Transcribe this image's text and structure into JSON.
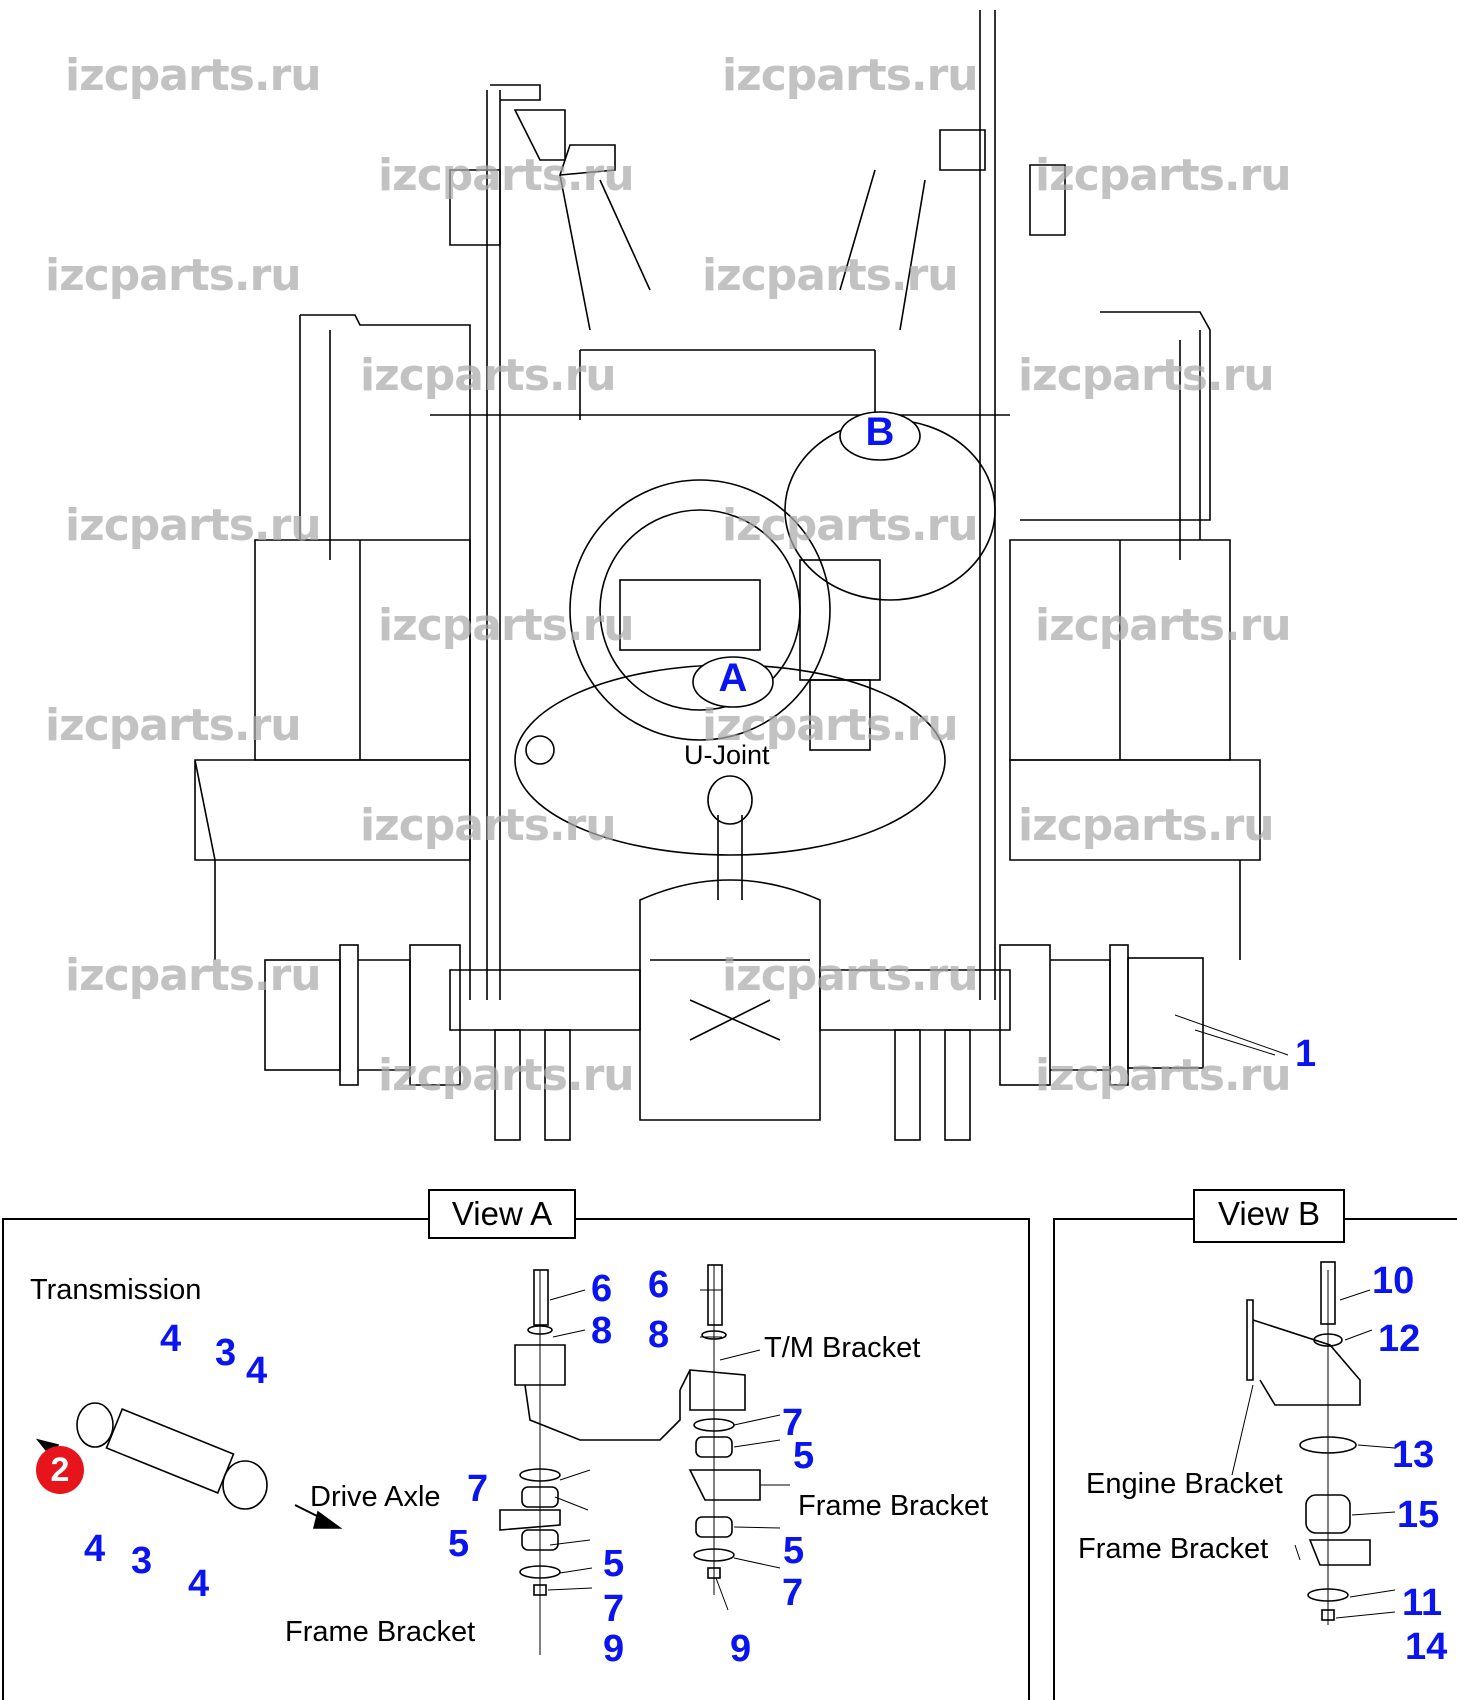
{
  "diagram": {
    "title": "Drive axle / U-Joint and transmission & engine mounting",
    "watermark": "izcparts.ru",
    "callouts": {
      "a": "A",
      "b": "B"
    },
    "main_labels": {
      "ujoint": "U-Joint",
      "part1": "1"
    },
    "colors": {
      "label_blue": "#0a14f0",
      "badge_red": "#e8141c",
      "watermark_gray": "#aaaaaa"
    }
  },
  "view_a": {
    "title": "View A",
    "labels": {
      "transmission": "Transmission",
      "drive_axle": "Drive Axle",
      "tm_bracket": "T/M Bracket",
      "frame_bracket_right": "Frame Bracket",
      "frame_bracket_left": "Frame Bracket"
    },
    "badge": "2",
    "parts": {
      "p4a": "4",
      "p3a": "3",
      "p4b": "4",
      "p4c": "4",
      "p3b": "3",
      "p4d": "4",
      "left_6": "6",
      "left_8": "8",
      "left_7a": "7",
      "left_5a": "5",
      "left_5b": "5",
      "left_7b": "7",
      "left_9": "9",
      "right_6": "6",
      "right_8": "8",
      "right_7a": "7",
      "right_5a": "5",
      "right_5b": "5",
      "right_7b": "7",
      "right_9": "9"
    }
  },
  "view_b": {
    "title": "View B",
    "labels": {
      "engine_bracket": "Engine Bracket",
      "frame_bracket": "Frame Bracket"
    },
    "parts": {
      "p10": "10",
      "p12": "12",
      "p13": "13",
      "p15": "15",
      "p11": "11",
      "p14": "14"
    }
  }
}
